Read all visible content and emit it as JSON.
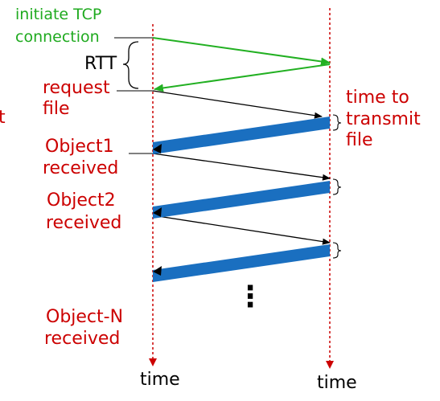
{
  "colors": {
    "green": "#22b022",
    "red": "#cc0000",
    "blue": "#1a6fc0",
    "black": "#000000"
  },
  "labels": {
    "initiate_line1": "initiate TCP",
    "initiate_line2": "connection",
    "rtt": "RTT",
    "request_line1": "request",
    "request_line2": "file",
    "transmit_line1": "time to",
    "transmit_line2": "transmit",
    "transmit_line3": "file",
    "obj1_line1": "Object1",
    "obj1_line2": "received",
    "obj2_line1": "Object2",
    "obj2_line2": "received",
    "objn_line1": "Object-N",
    "objn_line2": "received",
    "time_left": "time",
    "time_right": "time",
    "ellipsis": "⋮",
    "edge_fragment": "t"
  }
}
